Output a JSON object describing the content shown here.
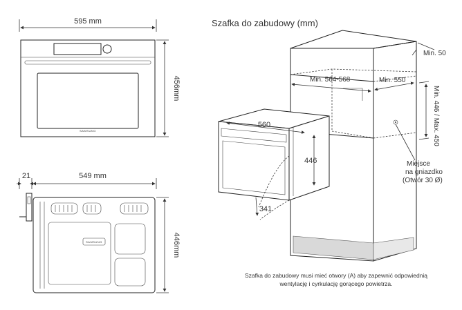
{
  "front_view": {
    "width_label": "595 mm",
    "height_label": "456mm",
    "brand_text": "SAMSUNG"
  },
  "side_view": {
    "door_label": "21",
    "depth_label": "549 mm",
    "height_label": "446mm",
    "brand_text": "SAMSUNG"
  },
  "installation": {
    "title": "Szafka do zabudowy (mm)",
    "min_top": "Min. 50",
    "min_width": "Min. 564-568",
    "min_depth": "Min. 550",
    "height_range": "Min. 446 / Max. 450",
    "oven_width": "560",
    "oven_height": "446",
    "oven_depth": "341",
    "socket_label_1": "Miejsce",
    "socket_label_2": "na gniazdko",
    "socket_label_3": "(Otwór 30 Ø)",
    "note_line_1": "Szafka do zabudowy musi mieć otwory (A) aby zapewnić odpowiednią",
    "note_line_2": "wentylację i cyrkulację gorącego powietrza."
  }
}
